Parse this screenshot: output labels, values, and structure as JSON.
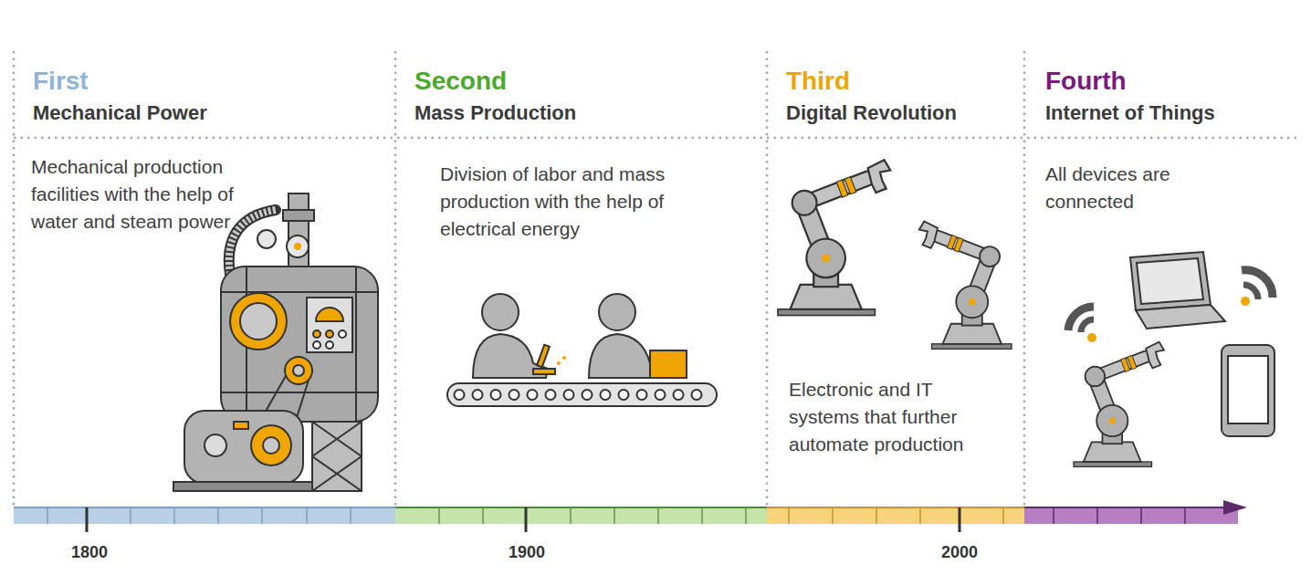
{
  "diagram": {
    "nodes": [
      {
        "text": [
          "First",
          "Mechanical Power",
          "Mechanical production facilities with the help of water and steam power"
        ]
      },
      {
        "text": [
          "Second",
          "Mass Production",
          "Division of labor and mass production with the help of electrical energy"
        ]
      },
      {
        "text": [
          "Third",
          "Digital Revolution",
          "Electronic and IT systems that further automate production"
        ]
      },
      {
        "text": [
          "Fourth",
          "Internet of Things",
          "All devices are connected"
        ]
      }
    ],
    "labels": [
      "1800",
      "1900",
      "2000"
    ]
  }
}
